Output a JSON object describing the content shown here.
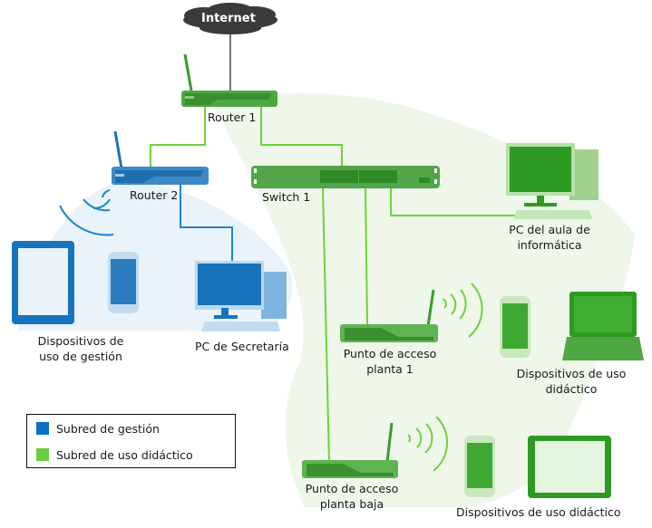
{
  "internet": {
    "label": "Internet"
  },
  "routers": {
    "router1": {
      "label": "Router 1"
    },
    "router2": {
      "label": "Router 2"
    }
  },
  "switch1": {
    "label": "Switch 1"
  },
  "pc_aula": {
    "line1": "PC del aula de",
    "line2": "informática"
  },
  "pc_secretaria": {
    "label": "PC de Secretaría"
  },
  "gestion_devices": {
    "line1": "Dispositivos de",
    "line2": "uso de gestión"
  },
  "ap_planta1": {
    "line1": "Punto de acceso",
    "line2": "planta 1"
  },
  "ap_planta_baja": {
    "line1": "Punto de acceso",
    "line2": "planta baja"
  },
  "didactic_devices_1": {
    "line1": "Dispositivos de uso",
    "line2": "didáctico"
  },
  "didactic_devices_2": {
    "label": "Dispositivos de uso didáctico"
  },
  "legend": {
    "items": [
      {
        "label": "Subred de gestión",
        "color": "#0b6fc4"
      },
      {
        "label": "Subred de uso didáctico",
        "color": "#6acc3f"
      }
    ]
  },
  "colors": {
    "green_device": "#3e9e32",
    "green_line": "#6ed13c",
    "blue_device": "#2a7cbf",
    "blue_line": "#1a86d0",
    "cloud": "#3a3a3a"
  }
}
